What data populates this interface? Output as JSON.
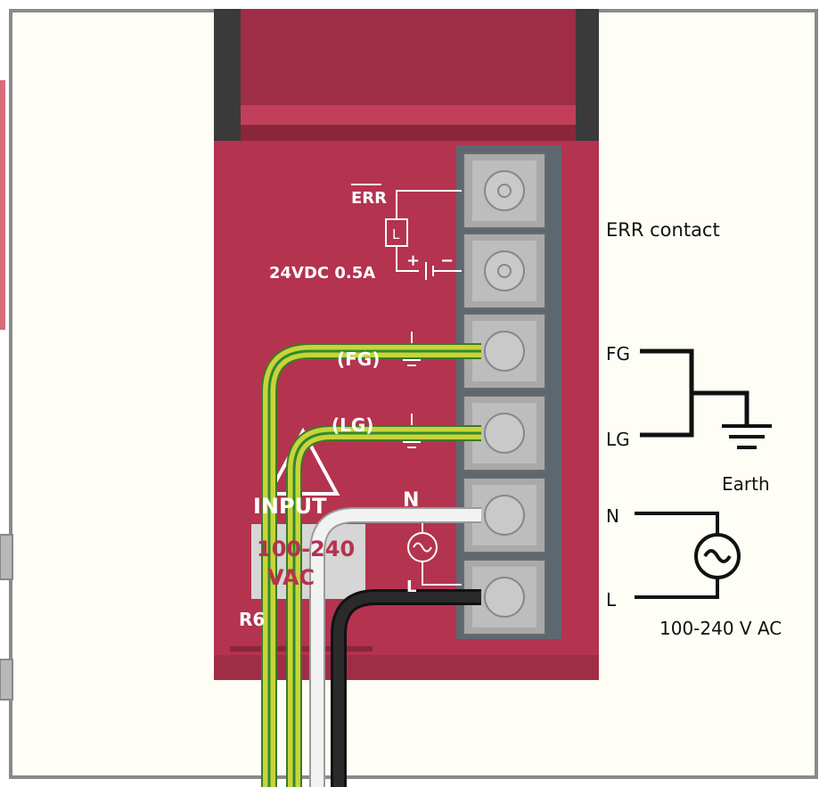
{
  "module_labels": {
    "err": "ERR",
    "relay": "L",
    "plus": "+",
    "minus": "−",
    "supply": "24VDC 0.5A",
    "fg_terminal": "(FG)",
    "lg_terminal": "(LG)",
    "input": "INPUT",
    "voltage_top": "100-240",
    "voltage_bottom": "VAC",
    "n_terminal": "N",
    "l_terminal": "L",
    "model": "R6"
  },
  "external_labels": {
    "err_contact": "ERR contact",
    "fg": "FG",
    "lg": "LG",
    "earth": "Earth",
    "n": "N",
    "l": "L",
    "ac_supply": "100-240 V AC"
  },
  "colors": {
    "module_body": "#b4334f",
    "module_dark": "#8a2639",
    "terminal_block": "#5d6772",
    "screw": "#bdbdbd",
    "ground_wire": "#c8d43a",
    "neutral_wire": "#f2f2f2",
    "line_wire": "#222222",
    "panel": "#fffef6"
  }
}
